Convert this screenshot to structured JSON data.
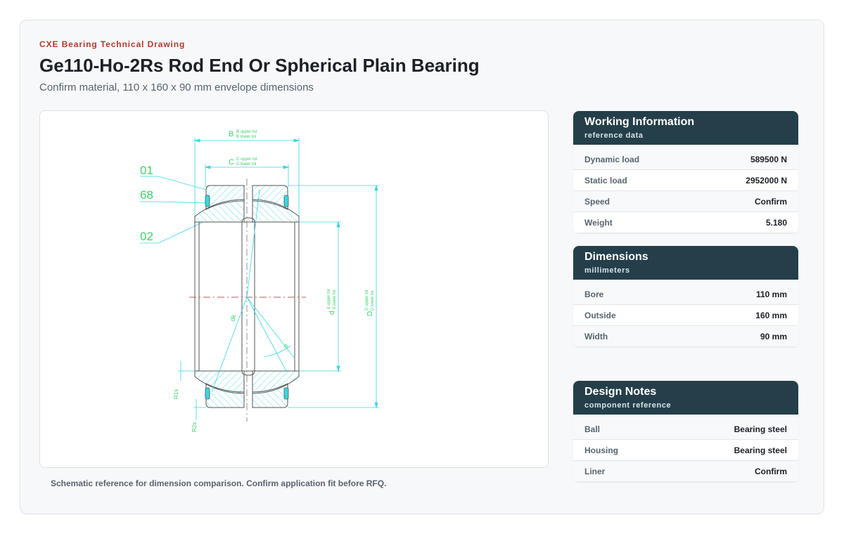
{
  "header": {
    "eyebrow": "CXE Bearing Technical Drawing",
    "title": "Ge110-Ho-2Rs Rod End Or Spherical Plain Bearing",
    "subtitle": "Confirm material, 110 x 160 x 90 mm envelope dimensions"
  },
  "drawing": {
    "labels": {
      "b": "B",
      "b_upper": "B upper tol",
      "b_lower": "B lower tol",
      "c": "C",
      "c_upper": "C upper tol",
      "c_lower": "C lower tol",
      "part_01": "01",
      "part_68": "68",
      "part_02": "02",
      "d": "d",
      "d_upper": "d upper tol",
      "d_lower": "d lower tol",
      "D": "D",
      "D_upper": "D upper tol",
      "D_lower": "D lower tol",
      "dk": "dk",
      "alpha": "α",
      "r1s": "R1s",
      "r2s": "R2s"
    },
    "caption": "Schematic reference for dimension comparison. Confirm application fit before RFQ."
  },
  "working": {
    "title": "Working Information",
    "subtitle": "reference data",
    "rows": [
      {
        "label": "Dynamic load",
        "value": "589500 N"
      },
      {
        "label": "Static load",
        "value": "2952000 N"
      },
      {
        "label": "Speed",
        "value": "Confirm"
      },
      {
        "label": "Weight",
        "value": "5.180"
      }
    ]
  },
  "dimensions": {
    "title": "Dimensions",
    "subtitle": "millimeters",
    "rows": [
      {
        "label": "Bore",
        "value": "110 mm"
      },
      {
        "label": "Outside",
        "value": "160 mm"
      },
      {
        "label": "Width",
        "value": "90 mm"
      }
    ]
  },
  "notes": {
    "title": "Design Notes",
    "subtitle": "component reference",
    "rows": [
      {
        "label": "Ball",
        "value": "Bearing steel"
      },
      {
        "label": "Housing",
        "value": "Bearing steel"
      },
      {
        "label": "Liner",
        "value": "Confirm"
      }
    ]
  },
  "colors": {
    "accent": "#b03a2e",
    "panel_header": "#243f4a",
    "drawing_green": "#3fd16b",
    "drawing_cyan": "#3ad6e0"
  }
}
